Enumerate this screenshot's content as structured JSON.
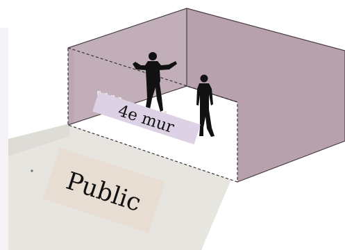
{
  "labels": {
    "fourth_wall": "4e mur",
    "audience": "Public"
  },
  "colors": {
    "wall_back": "#c2aeb8",
    "wall_right": "#b7a1ad",
    "wall_left": "#bba6b2",
    "floor": "#ffffff",
    "wall_edge": "#4a3d44",
    "fourth_wall_band": "#ddd1e5",
    "audience_area": "#e7e5e0",
    "audience_label_bg": "#e8ddd3",
    "figure": "#111111",
    "left_panel": "#f6f3f8"
  },
  "icons": [
    "man-shrugging-figure",
    "man-standing-figure"
  ]
}
